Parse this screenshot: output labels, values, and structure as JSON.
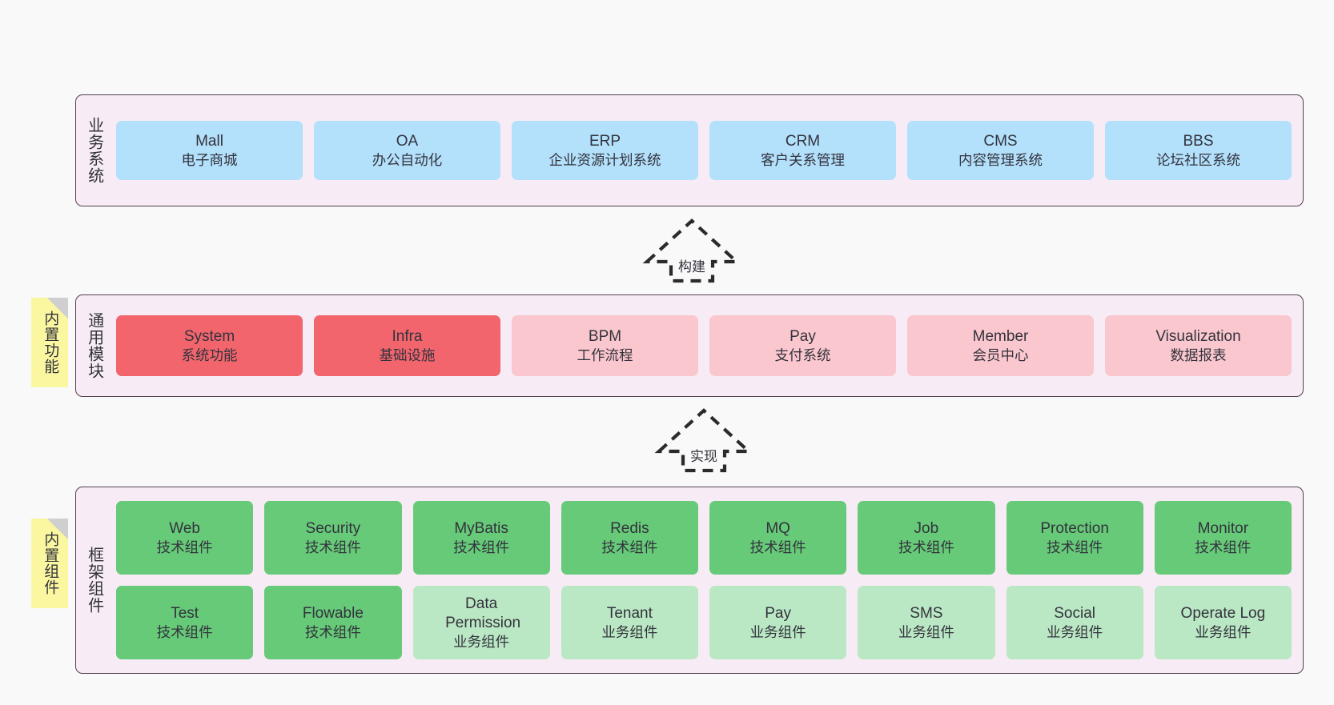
{
  "diagram": {
    "background_color": "#f9f9f9",
    "panel_color": "#f7ecf5",
    "panel_border_color": "#55404f",
    "note_color": "#fbf7a0"
  },
  "layers": [
    {
      "id": "business-systems",
      "title": "业务系统",
      "card_color": "#b3e0fb",
      "cards": [
        {
          "en": "Mall",
          "cn": "电子商城"
        },
        {
          "en": "OA",
          "cn": "办公自动化"
        },
        {
          "en": "ERP",
          "cn": "企业资源计划系统"
        },
        {
          "en": "CRM",
          "cn": "客户关系管理"
        },
        {
          "en": "CMS",
          "cn": "内容管理系统"
        },
        {
          "en": "BBS",
          "cn": "论坛社区系统"
        }
      ]
    },
    {
      "id": "common-modules",
      "title": "通用模块",
      "note": "内置功能",
      "cards": [
        {
          "en": "System",
          "cn": "系统功能",
          "color": "red"
        },
        {
          "en": "Infra",
          "cn": "基础设施",
          "color": "red"
        },
        {
          "en": "BPM",
          "cn": "工作流程",
          "color": "pink"
        },
        {
          "en": "Pay",
          "cn": "支付系统",
          "color": "pink"
        },
        {
          "en": "Member",
          "cn": "会员中心",
          "color": "pink"
        },
        {
          "en": "Visualization",
          "cn": "数据报表",
          "color": "pink"
        }
      ]
    },
    {
      "id": "framework-components",
      "title": "框架组件",
      "note": "内置组件",
      "rows": [
        [
          {
            "en": "Web",
            "cn": "技术组件",
            "color": "green"
          },
          {
            "en": "Security",
            "cn": "技术组件",
            "color": "green"
          },
          {
            "en": "MyBatis",
            "cn": "技术组件",
            "color": "green"
          },
          {
            "en": "Redis",
            "cn": "技术组件",
            "color": "green"
          },
          {
            "en": "MQ",
            "cn": "技术组件",
            "color": "green"
          },
          {
            "en": "Job",
            "cn": "技术组件",
            "color": "green"
          },
          {
            "en": "Protection",
            "cn": "技术组件",
            "color": "green"
          },
          {
            "en": "Monitor",
            "cn": "技术组件",
            "color": "green"
          }
        ],
        [
          {
            "en": "Test",
            "cn": "技术组件",
            "color": "green"
          },
          {
            "en": "Flowable",
            "cn": "技术组件",
            "color": "green"
          },
          {
            "en": "Data Permission",
            "cn": "业务组件",
            "color": "lightgreen"
          },
          {
            "en": "Tenant",
            "cn": "业务组件",
            "color": "lightgreen"
          },
          {
            "en": "Pay",
            "cn": "业务组件",
            "color": "lightgreen"
          },
          {
            "en": "SMS",
            "cn": "业务组件",
            "color": "lightgreen"
          },
          {
            "en": "Social",
            "cn": "业务组件",
            "color": "lightgreen"
          },
          {
            "en": "Operate Log",
            "cn": "业务组件",
            "color": "lightgreen"
          }
        ]
      ]
    }
  ],
  "arrows": [
    {
      "id": "build",
      "label": "构建"
    },
    {
      "id": "implement",
      "label": "实现"
    }
  ]
}
